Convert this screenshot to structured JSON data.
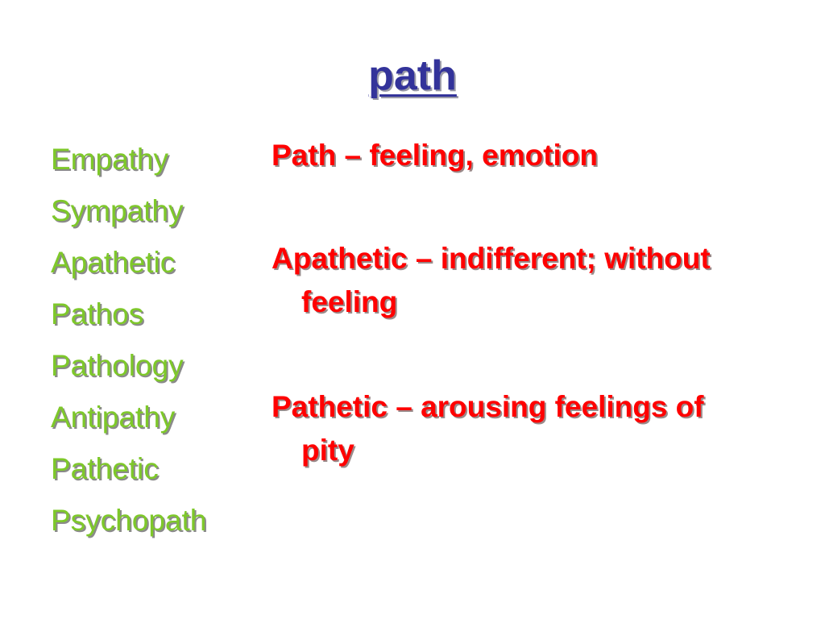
{
  "slide": {
    "title": "path",
    "words": [
      "Empathy",
      "Sympathy",
      "Apathetic",
      "Pathos",
      "Pathology",
      "Antipathy",
      "Pathetic",
      "Psychopath"
    ],
    "definitions": [
      {
        "line1": "Path – feeling, emotion",
        "line2": ""
      },
      {
        "line1": "Apathetic – indifferent; without",
        "line2": "feeling"
      },
      {
        "line1": "Pathetic – arousing feelings of",
        "line2": "pity"
      }
    ]
  },
  "colors": {
    "title": "#33339a",
    "words": "#7ec82a",
    "definitions": "#ff0000",
    "background": "#ffffff"
  }
}
